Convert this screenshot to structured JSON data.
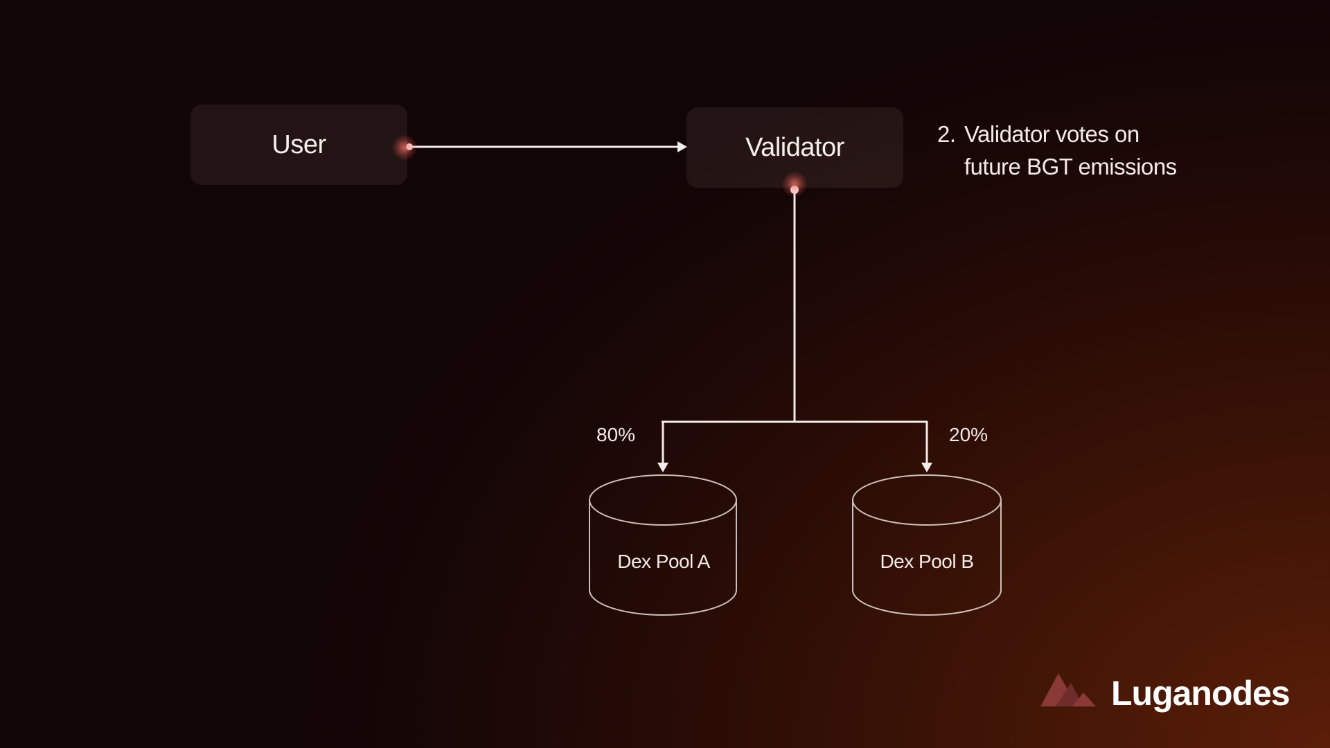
{
  "nodes": {
    "user": "User",
    "validator": "Validator"
  },
  "note": {
    "number": "2.",
    "line1": "Validator votes on",
    "line2": "future BGT emissions"
  },
  "split": {
    "pool_a_percent": "80%",
    "pool_b_percent": "20%"
  },
  "pools": {
    "a": "Dex Pool A",
    "b": "Dex Pool B"
  },
  "brand": {
    "name": "Luganodes",
    "logo_icon": "mountain-peaks-icon",
    "logo_color": "#8a3a36"
  }
}
